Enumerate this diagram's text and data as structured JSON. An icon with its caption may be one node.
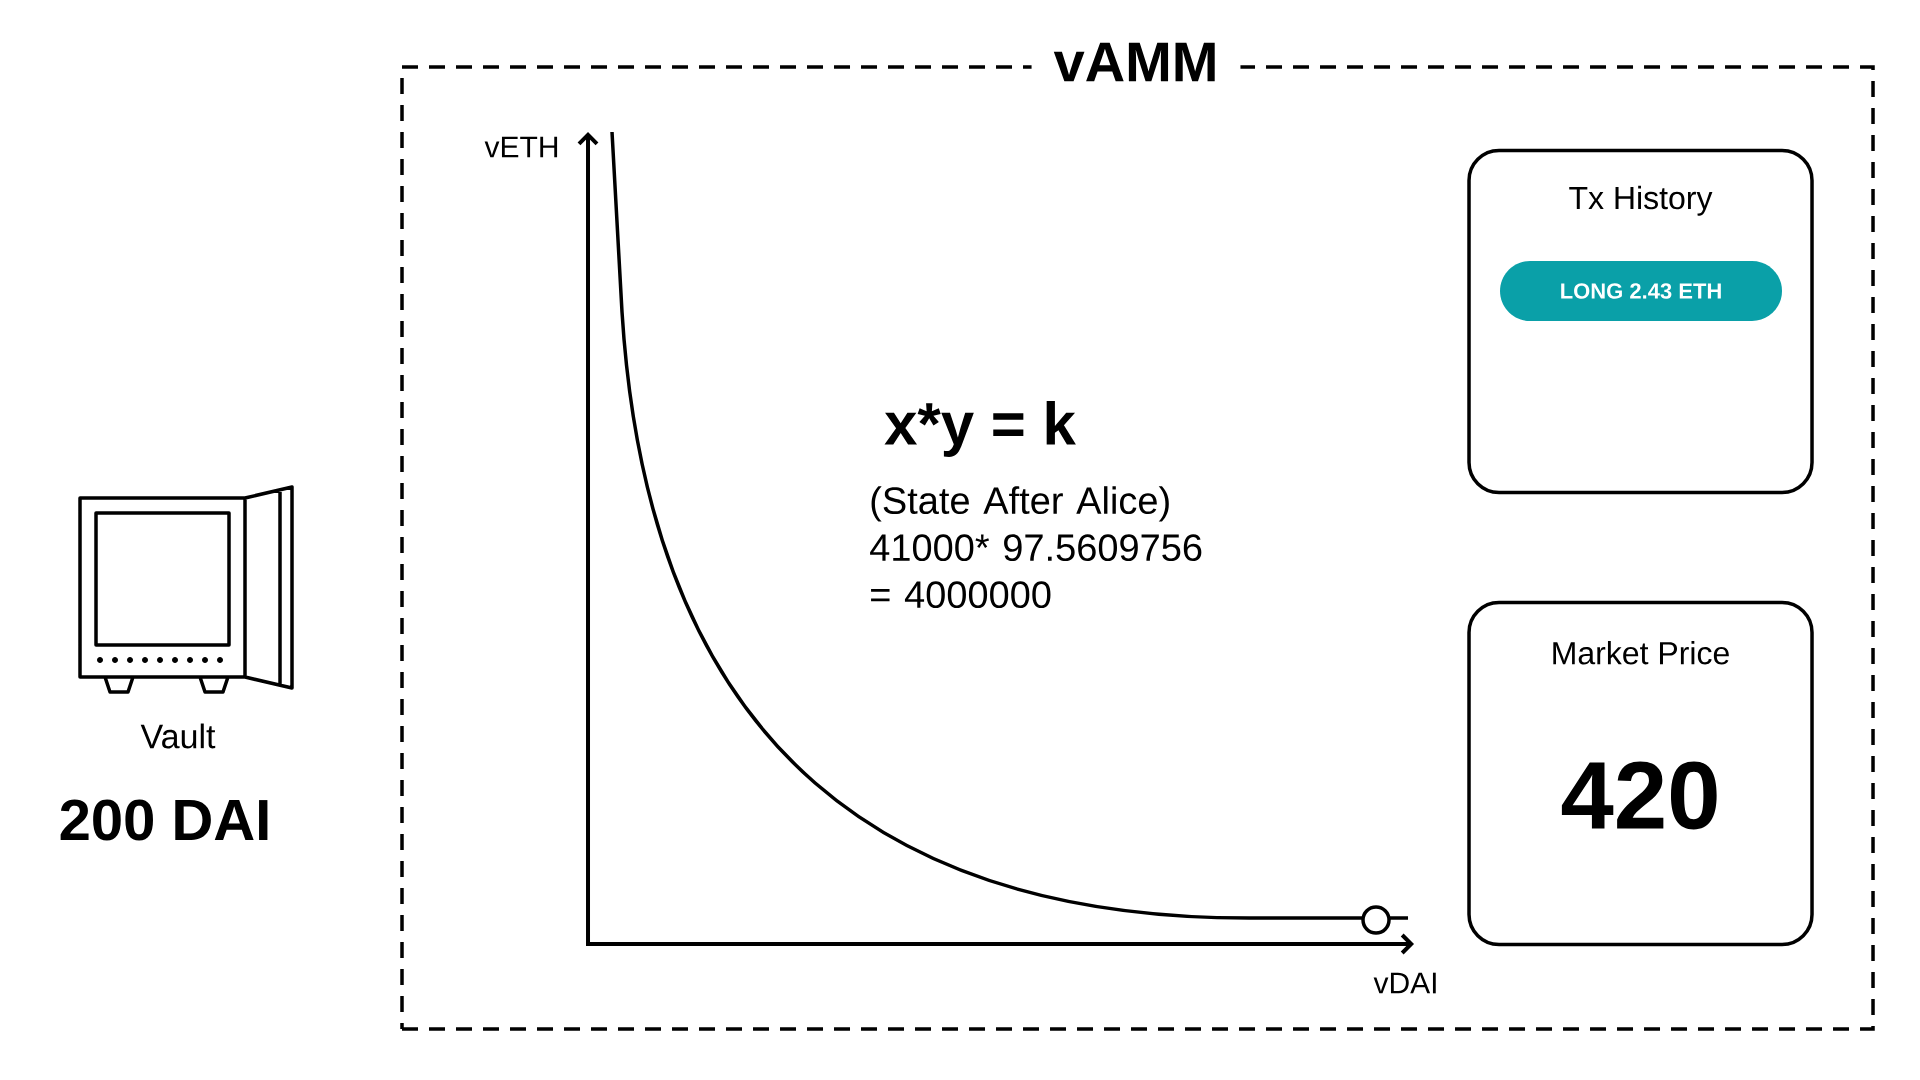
{
  "diagram": {
    "nodes": [
      {
        "text": [
          "vAMM"
        ]
      },
      {
        "text": [
          "Tx History"
        ],
        "in": 0
      },
      {
        "text": [
          "LONG 2.43 ETH"
        ],
        "in": 1
      },
      {
        "text": [
          "Market Price",
          "420"
        ],
        "in": 0
      }
    ],
    "labels": [
      "vETH",
      "x*y = k",
      "(State After Alice) 41000* 97.5609756 = 4000000",
      "vDAI",
      "Vault",
      "200 DAI"
    ]
  }
}
